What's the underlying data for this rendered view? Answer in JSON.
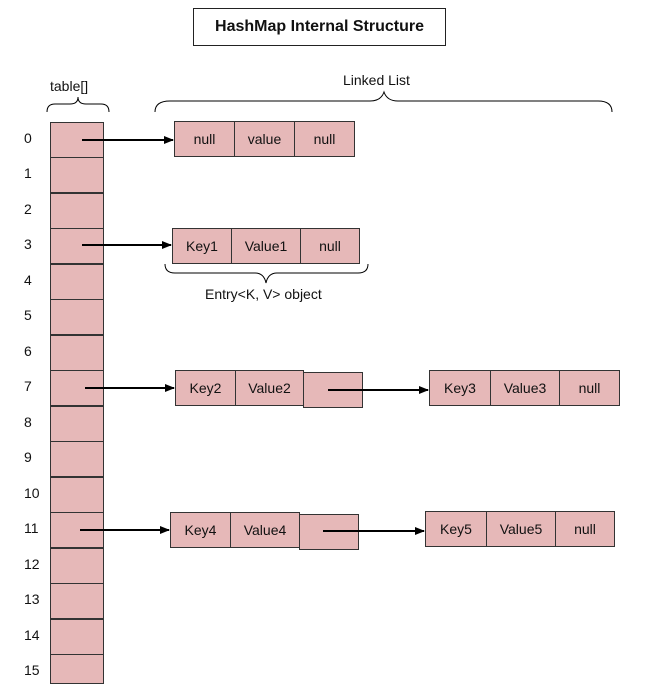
{
  "title": "HashMap Internal Structure",
  "labels": {
    "table": "table[]",
    "linked_list": "Linked List",
    "entry_object": "Entry<K, V> object"
  },
  "indices": [
    "0",
    "1",
    "2",
    "3",
    "4",
    "5",
    "6",
    "7",
    "8",
    "9",
    "10",
    "11",
    "12",
    "13",
    "14",
    "15"
  ],
  "nodes": {
    "n0": {
      "key": "null",
      "value": "value",
      "next": "null"
    },
    "n3": {
      "key": "Key1",
      "value": "Value1",
      "next": "null"
    },
    "n7a": {
      "key": "Key2",
      "value": "Value2",
      "next": ""
    },
    "n7b": {
      "key": "Key3",
      "value": "Value3",
      "next": "null"
    },
    "n11a": {
      "key": "Key4",
      "value": "Value4",
      "next": ""
    },
    "n11b": {
      "key": "Key5",
      "value": "Value5",
      "next": "null"
    }
  },
  "colors": {
    "cell_fill": "#e6b8b8",
    "border": "#333333"
  }
}
